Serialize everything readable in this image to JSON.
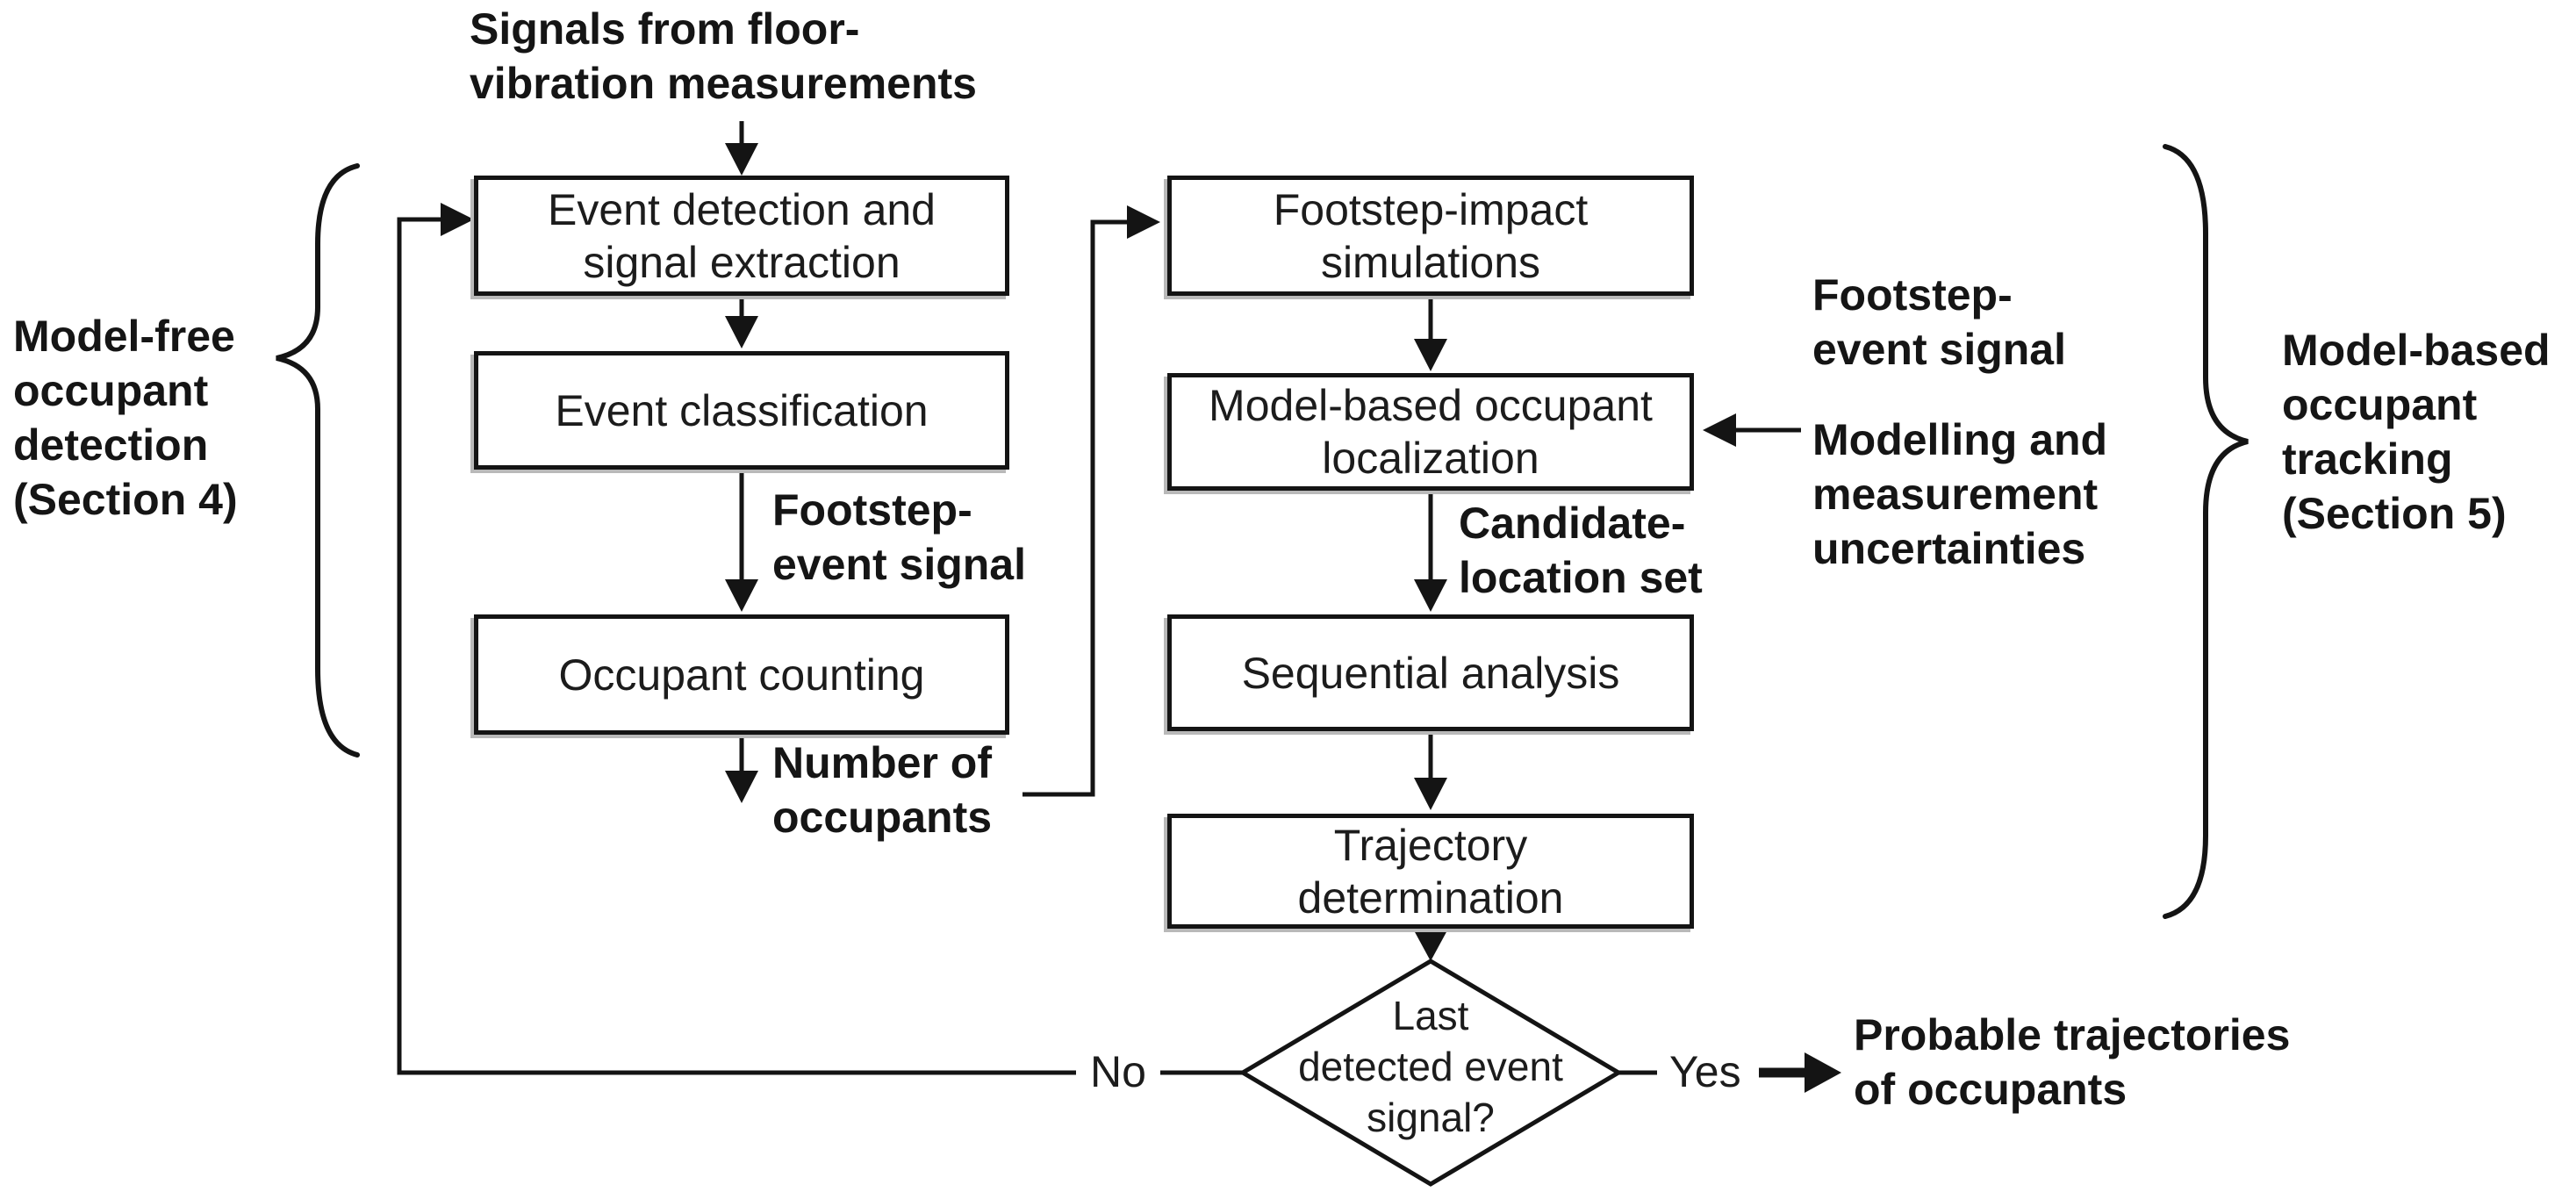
{
  "title": "Signals from floor-\nvibration measurements",
  "left": {
    "section_label": "Model-free\noccupant\ndetection\n(Section 4)",
    "box1": "Event detection and\nsignal extraction",
    "box2": "Event classification",
    "box3": "Occupant counting",
    "edge_label_footstep": "Footstep-\nevent signal",
    "edge_label_number": "Number of\noccupants"
  },
  "right": {
    "section_label": "Model-based\noccupant\ntracking\n(Section 5)",
    "box1": "Footstep-impact\nsimulations",
    "box2": "Model-based occupant\nlocalization",
    "box3": "Sequential analysis",
    "box4": "Trajectory\ndetermination",
    "edge_label_candidate": "Candidate-\nlocation set",
    "input_label_footstep": "Footstep-\nevent signal",
    "input_label_uncertainty": "Modelling and\nmeasurement\nuncertainties"
  },
  "decision": {
    "question": "Last\ndetected event\nsignal?",
    "no_label": "No",
    "yes_label": "Yes",
    "output_label": "Probable trajectories\nof occupants"
  },
  "colors": {
    "ink": "#141414",
    "background": "#ffffff"
  }
}
